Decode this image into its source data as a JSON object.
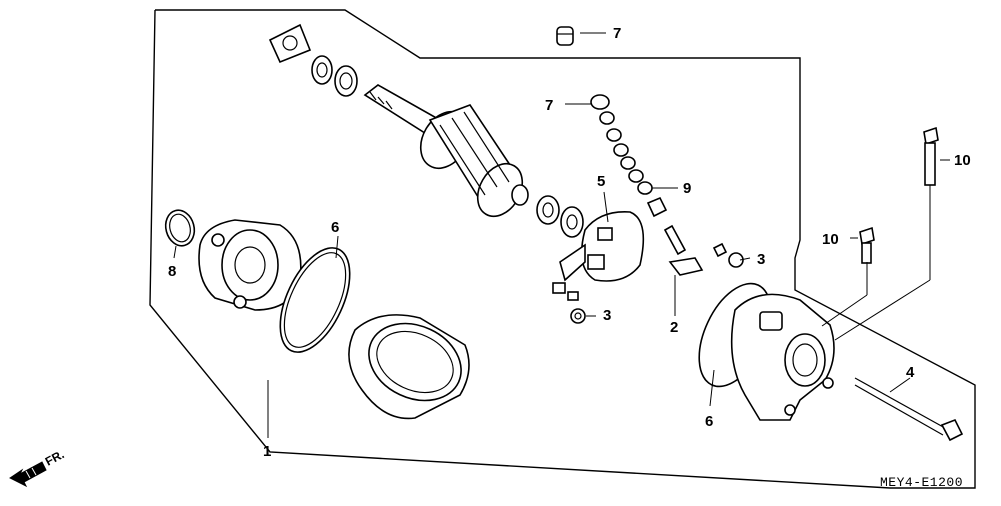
{
  "diagram": {
    "callouts": [
      {
        "id": "c1",
        "label": "1"
      },
      {
        "id": "c2",
        "label": "2"
      },
      {
        "id": "c3a",
        "label": "3"
      },
      {
        "id": "c3b",
        "label": "3"
      },
      {
        "id": "c4",
        "label": "4"
      },
      {
        "id": "c5",
        "label": "5"
      },
      {
        "id": "c6a",
        "label": "6"
      },
      {
        "id": "c6b",
        "label": "6"
      },
      {
        "id": "c7a",
        "label": "7"
      },
      {
        "id": "c7b",
        "label": "7"
      },
      {
        "id": "c8",
        "label": "8"
      },
      {
        "id": "c9",
        "label": "9"
      },
      {
        "id": "c10a",
        "label": "10"
      },
      {
        "id": "c10b",
        "label": "10"
      }
    ],
    "diagram_code": "MEY4-E1200",
    "direction_label": "FR."
  }
}
